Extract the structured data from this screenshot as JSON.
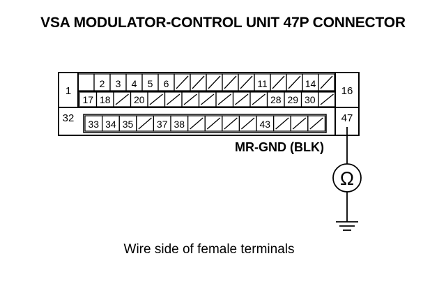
{
  "title": "VSA MODULATOR-CONTROL UNIT 47P CONNECTOR",
  "caption": "Wire side of female terminals",
  "ground_wire_label": "MR-GND (BLK)",
  "meter_symbol": "Ω",
  "connector": {
    "pin_1": "1",
    "pin_16": "16",
    "pin_32": "32",
    "pin_47": "47",
    "row_a": [
      "",
      "2",
      "3",
      "4",
      "5",
      "6",
      "/",
      "/",
      "/",
      "/",
      "/",
      "11",
      "/",
      "/",
      "14",
      "/"
    ],
    "row_b": [
      "17",
      "18",
      "/",
      "20",
      "/",
      "/",
      "/",
      "/",
      "/",
      "/",
      "/",
      "28",
      "29",
      "30",
      "/"
    ],
    "row_c": [
      "33",
      "34",
      "35",
      "/",
      "37",
      "38",
      "/",
      "/",
      "/",
      "/",
      "43",
      "/",
      "/",
      "/"
    ]
  },
  "icons": {
    "ohmmeter": "ohmmeter-icon",
    "ground": "ground-symbol-icon"
  }
}
